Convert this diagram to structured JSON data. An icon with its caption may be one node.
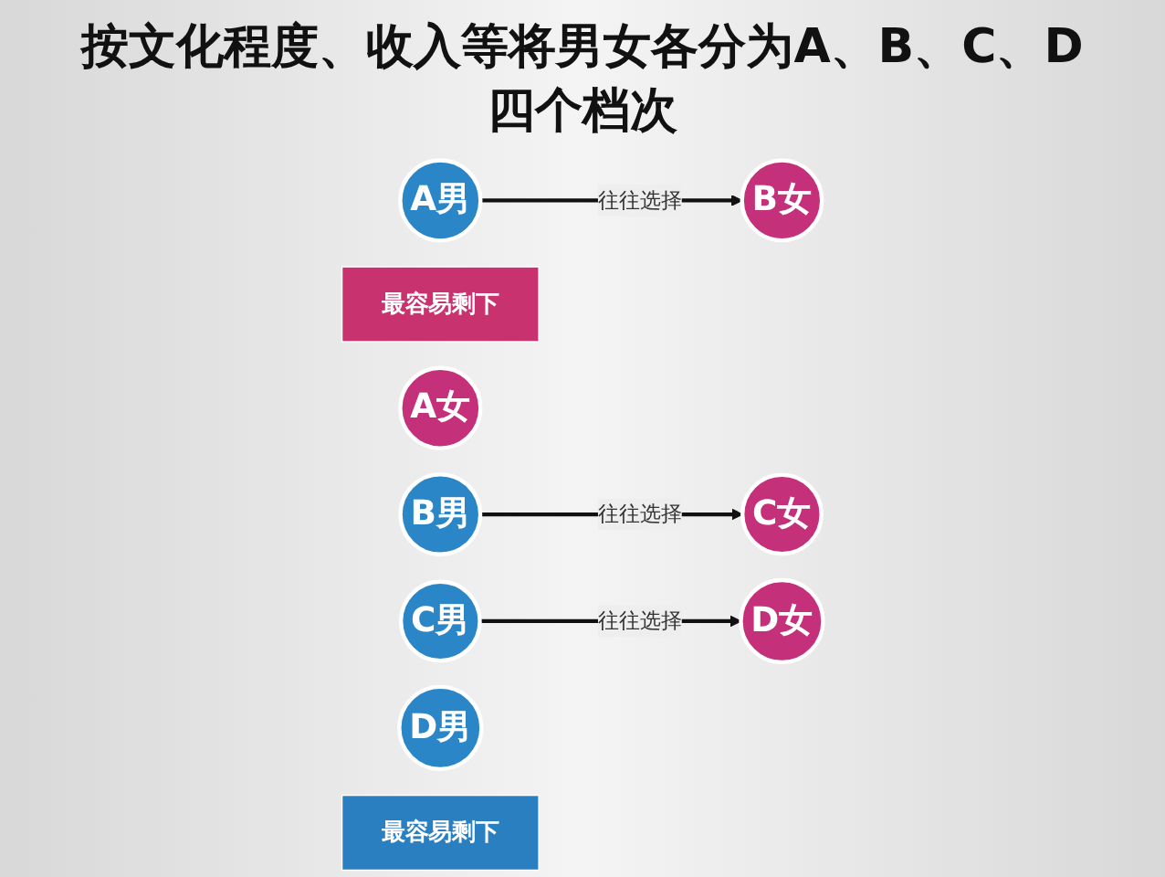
{
  "diagram": {
    "title": "按文化程度、收入等将男女各分为A、B、C、D四个档次",
    "nodes": [
      {
        "text": [
          "A男"
        ]
      },
      {
        "text": [
          "最容易剩下"
        ]
      },
      {
        "text": [
          "A女"
        ]
      },
      {
        "text": [
          "B男"
        ]
      },
      {
        "text": [
          "B女"
        ]
      },
      {
        "text": [
          "C男"
        ]
      },
      {
        "text": [
          "C女"
        ]
      },
      {
        "text": [
          "D男"
        ]
      },
      {
        "text": [
          "最容易剩下"
        ]
      },
      {
        "text": [
          "D女"
        ]
      }
    ],
    "edges": [
      {
        "from": 0,
        "to": 4,
        "arrow": "to",
        "label": "往往选择"
      },
      {
        "from": 3,
        "to": 6,
        "arrow": "to",
        "label": "往往选择"
      },
      {
        "from": 5,
        "to": 9,
        "arrow": "to",
        "label": "往往选择"
      }
    ]
  }
}
